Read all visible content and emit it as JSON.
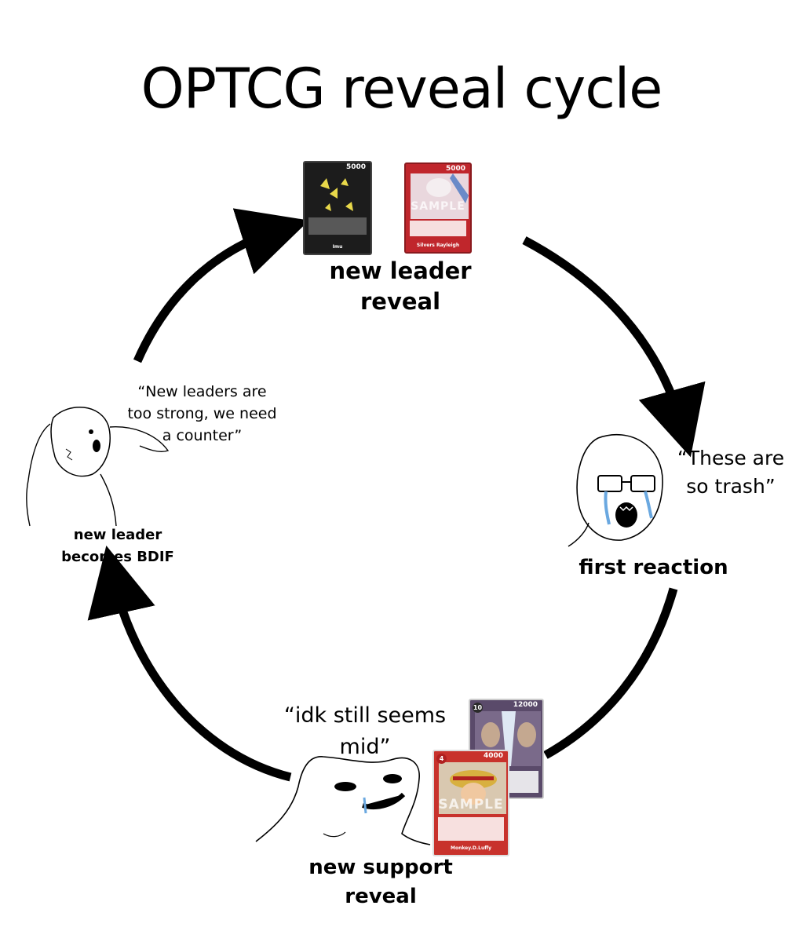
{
  "title": "OPTCG reveal cycle",
  "nodes": {
    "top": {
      "label_line1": "new leader",
      "label_line2": "reveal"
    },
    "right": {
      "label": "first reaction",
      "quote_line1": "“These are",
      "quote_line2": "so trash”"
    },
    "bottom": {
      "label_line1": "new support",
      "label_line2": "reveal",
      "quote_line1": "“idk still seems",
      "quote_line2": "mid”"
    },
    "left": {
      "label_line1": "new leader",
      "label_line2": "becomes BDIF",
      "quote_line1": "“New leaders are",
      "quote_line2": "too strong, we need",
      "quote_line3": "a counter”"
    }
  },
  "cards": {
    "imu": {
      "power": "5000",
      "name": "Imu",
      "color": "#1c1c1c"
    },
    "rayleigh": {
      "power": "5000",
      "name": "Silvers Rayleigh",
      "watermark": "SAMPLE",
      "color": "#c0262c"
    },
    "support_back": {
      "power": "12000",
      "cost": "10",
      "color": "#5a4a6a"
    },
    "luffy": {
      "power": "4000",
      "cost": "4",
      "name": "Monkey.D.Luffy",
      "watermark": "SAMPLE",
      "color": "#c8322c"
    }
  }
}
